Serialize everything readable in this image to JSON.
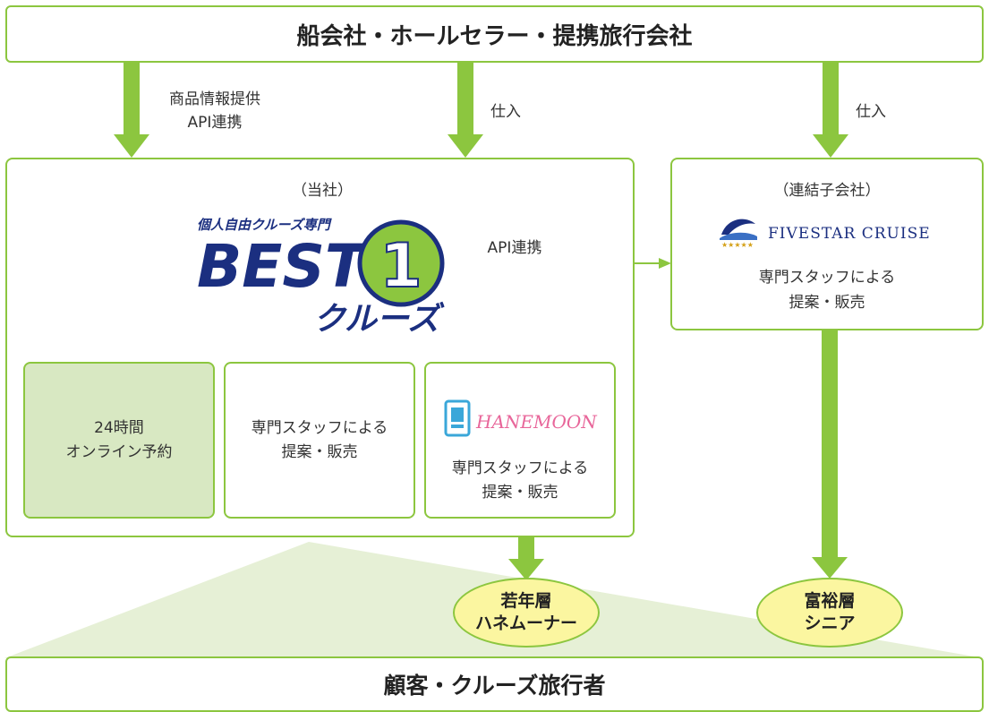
{
  "top": {
    "text": "船会社・ホールセラー・提携旅行会社"
  },
  "bottom": {
    "text": "顧客・クルーズ旅行者"
  },
  "arrows": {
    "left_label_line1": "商品情報提供",
    "left_label_line2": "API連携",
    "mid_label": "仕入",
    "right_label": "仕入",
    "api_link_label": "API連携"
  },
  "main": {
    "caption": "（当社）",
    "logo": {
      "tagline": "個人自由クルーズ専門",
      "word": "BEST",
      "number": "1",
      "katakana": "クルーズ"
    },
    "cards": [
      {
        "line1": "24時間",
        "line2": "オンライン予約"
      },
      {
        "line1": "専門スタッフによる",
        "line2": "提案・販売"
      },
      {
        "logo_text": "HANEMOON",
        "line1": "専門スタッフによる",
        "line2": "提案・販売"
      }
    ]
  },
  "subsidiary": {
    "caption": "（連結子会社）",
    "logo_text": "FIVESTAR CRUISE",
    "line1": "専門スタッフによる",
    "line2": "提案・販売"
  },
  "targets": [
    {
      "line1": "若年層",
      "line2": "ハネムーナー"
    },
    {
      "line1": "富裕層",
      "line2": "シニア"
    }
  ],
  "colors": {
    "green": "#8cc63f",
    "light_green": "#d8e8c2",
    "yellow": "#fbf6a0",
    "navy": "#1b2f80",
    "pink": "#e8669a"
  }
}
